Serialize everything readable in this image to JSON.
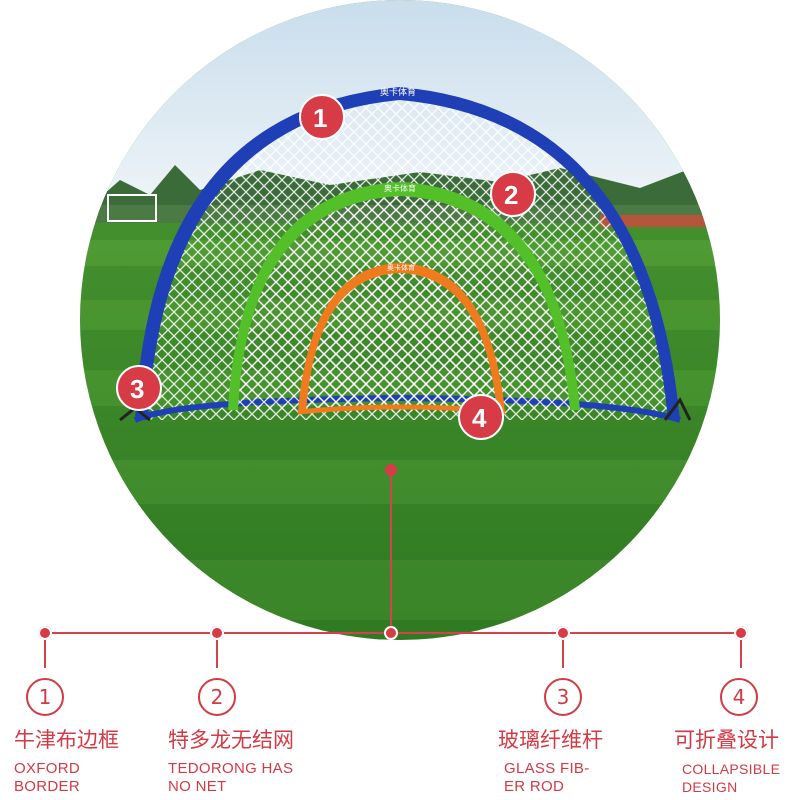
{
  "colors": {
    "accent": "#d63b46",
    "grass": "#3e8a2a",
    "sky": "#dbe9f3",
    "frame_large": "#1e3fb5",
    "frame_medium": "#53c02a",
    "frame_small": "#f07a1e"
  },
  "photo": {
    "brand_text": "奥卡体育",
    "badges": [
      "1",
      "2",
      "3",
      "4"
    ]
  },
  "features": [
    {
      "number": "1",
      "cn": "牛津布边框",
      "en": "OXFORD\nBORDER"
    },
    {
      "number": "2",
      "cn": "特多龙无结网",
      "en": "TEDORONG HAS\nNO NET"
    },
    {
      "number": "3",
      "cn": "玻璃纤维杆",
      "en": "GLASS FIB-\nER ROD"
    },
    {
      "number": "4",
      "cn": "可折叠设计",
      "en": "COLLAPSIBLE\nDESIGN"
    }
  ]
}
